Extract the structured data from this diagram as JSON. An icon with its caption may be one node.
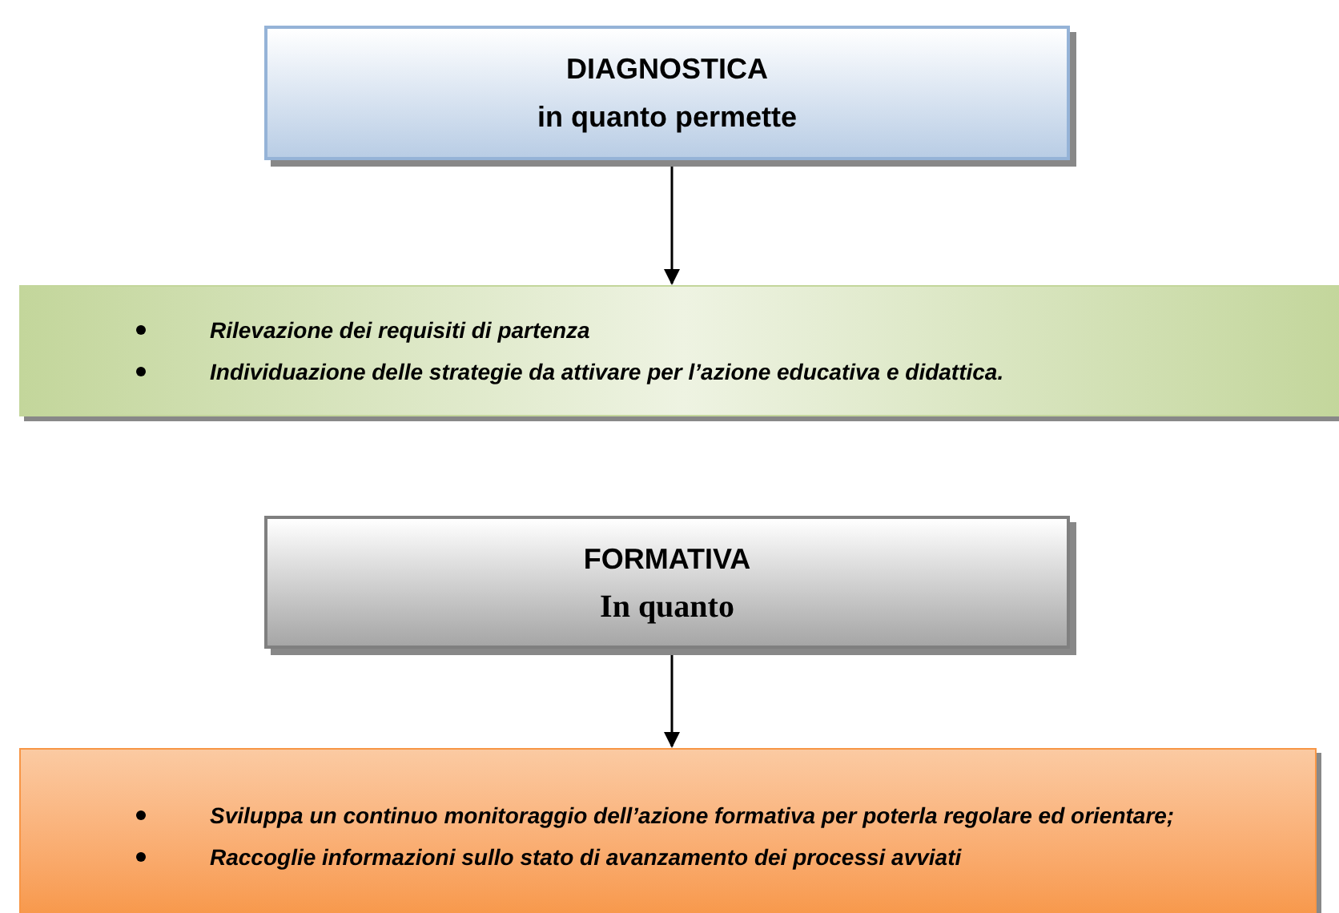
{
  "diagram": {
    "nodes": [
      {
        "text": [
          "DIAGNOSTICA",
          "in quanto permette"
        ]
      },
      {
        "text": [
          "Rilevazione dei requisiti di partenza",
          "Individuazione delle strategie da attivare per l’azione educativa e didattica."
        ]
      },
      {
        "text": [
          "FORMATIVA",
          "In quanto"
        ]
      },
      {
        "text": [
          "Sviluppa un continuo monitoraggio dell’azione formativa per poterla regolare ed orientare;",
          "Raccoglie informazioni sullo stato di avanzamento dei processi avviati"
        ]
      }
    ],
    "edges": [
      {
        "from": 0,
        "to": 1,
        "arrow": "to"
      },
      {
        "from": 2,
        "to": 3,
        "arrow": "to"
      }
    ]
  }
}
